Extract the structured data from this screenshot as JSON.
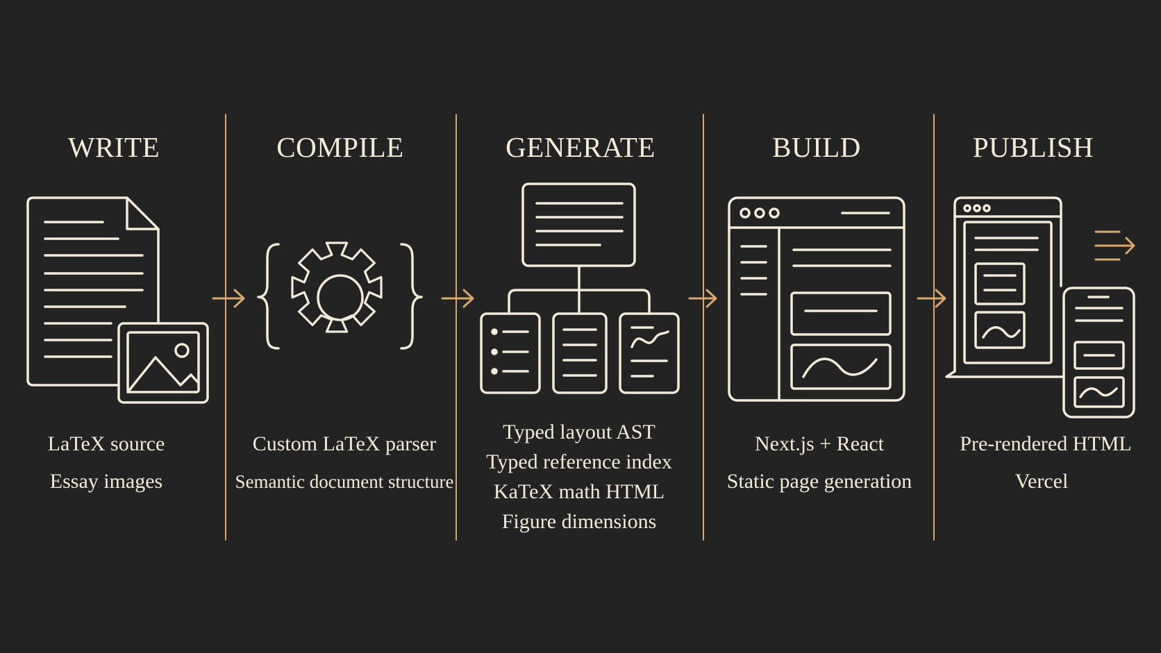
{
  "colors": {
    "background": "#232323",
    "ink": "#F3EBDA",
    "accent": "#D9A86C"
  },
  "stages": [
    {
      "title": "WRITE",
      "icon": "document-with-image-icon",
      "lines": [
        "LaTeX source",
        "Essay images"
      ]
    },
    {
      "title": "COMPILE",
      "icon": "gear-in-braces-icon",
      "lines": [
        "Custom LaTeX parser",
        "Semantic document structure"
      ]
    },
    {
      "title": "GENERATE",
      "icon": "document-tree-icon",
      "lines": [
        "Typed layout AST",
        "Typed reference index",
        "KaTeX math HTML",
        "Figure dimensions"
      ]
    },
    {
      "title": "BUILD",
      "icon": "browser-window-icon",
      "lines": [
        "Next.js + React",
        "Static page generation"
      ]
    },
    {
      "title": "PUBLISH",
      "icon": "laptop-and-phone-icon",
      "lines": [
        "Pre-rendered HTML",
        "Vercel"
      ]
    }
  ],
  "arrows": [
    "right-arrow-icon",
    "right-arrow-icon",
    "right-arrow-icon",
    "right-arrow-icon"
  ]
}
